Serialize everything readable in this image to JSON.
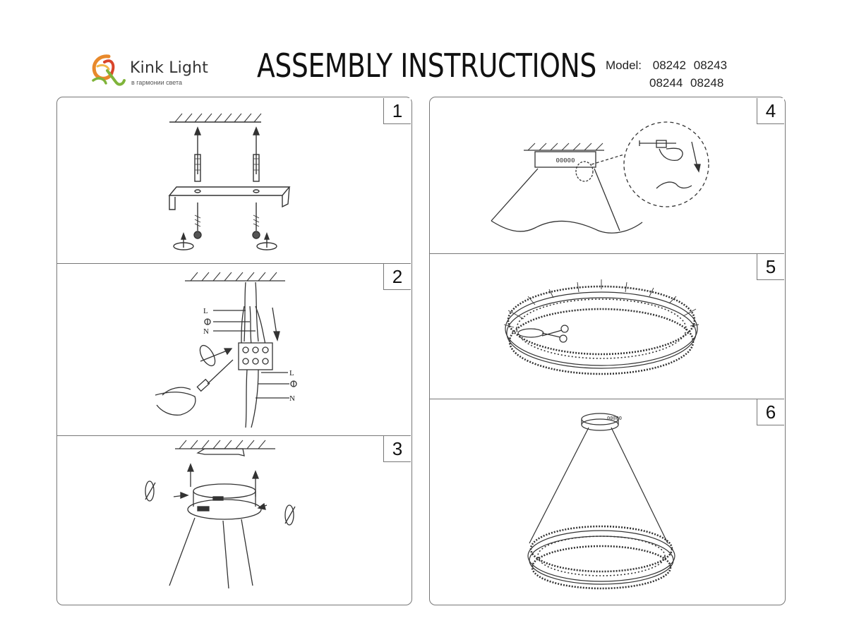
{
  "header": {
    "brand": "Kink Light",
    "tagline": "в гармонии света",
    "title": "ASSEMBLY INSTRUCTIONS",
    "model_label": "Model:",
    "models_row1": [
      "08242",
      "08243"
    ],
    "models_row2": [
      "08244",
      "08248"
    ]
  },
  "steps": [
    {
      "number": "1"
    },
    {
      "number": "2",
      "wire_labels_top": [
        "L",
        "N"
      ],
      "wire_labels_bottom": [
        "L",
        "N"
      ]
    },
    {
      "number": "3"
    },
    {
      "number": "4",
      "box_text": "00000"
    },
    {
      "number": "5"
    },
    {
      "number": "6",
      "canopy_text": "00000"
    }
  ],
  "colors": {
    "line": "#333333",
    "frame": "#777777",
    "logo_orange": "#e8892b",
    "logo_green": "#7fb43a",
    "logo_red": "#d9452a"
  }
}
